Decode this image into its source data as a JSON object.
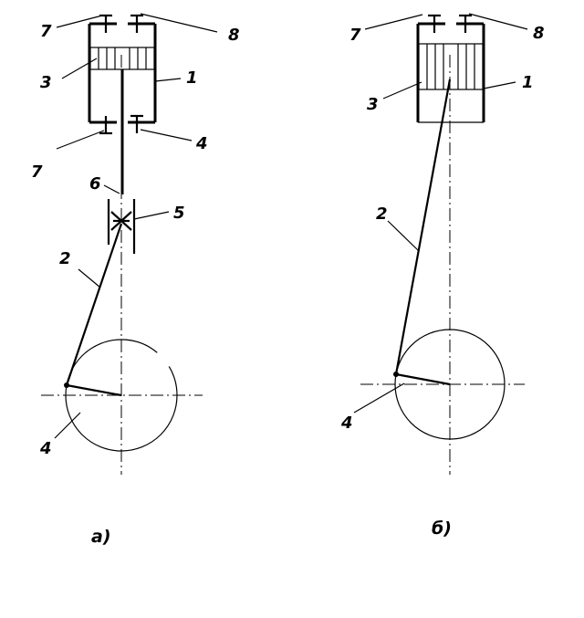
{
  "figure_a": {
    "caption": "а)",
    "labels": {
      "l7_top": "7",
      "l8": "8",
      "l3": "3",
      "l1": "1",
      "l7_bottom": "7",
      "l4_top": "4",
      "l6": "6",
      "l5": "5",
      "l2": "2",
      "l4_bottom": "4"
    }
  },
  "figure_b": {
    "caption": "б)",
    "labels": {
      "l7": "7",
      "l8": "8",
      "l3": "3",
      "l1": "1",
      "l2": "2",
      "l4": "4"
    }
  }
}
